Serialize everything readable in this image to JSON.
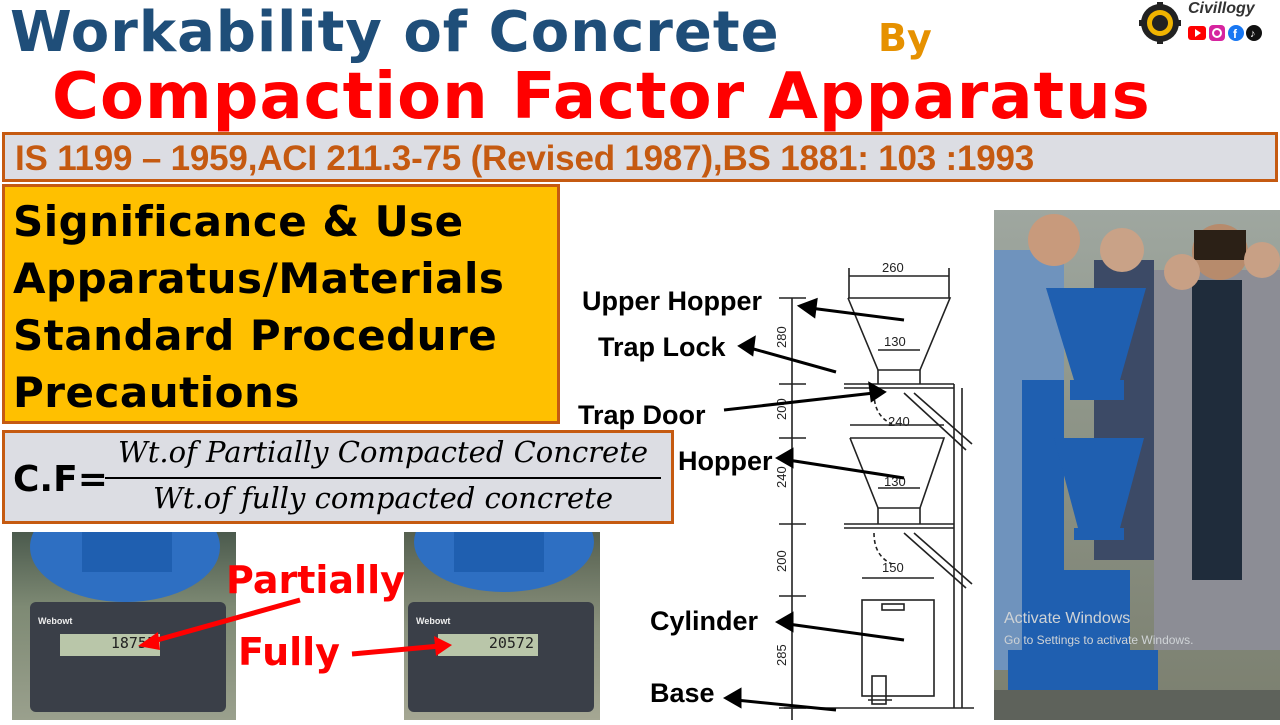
{
  "header": {
    "title_line1": "Workability of Concrete",
    "by": "By",
    "title_line2": "Compaction Factor Apparatus",
    "channel_name": "Civillogy",
    "social_icons": [
      "youtube-icon",
      "instagram-icon",
      "facebook-icon",
      "tiktok-icon"
    ]
  },
  "standards": {
    "text": "IS 1199 – 1959,ACI 211.3-75 (Revised 1987),BS 1881: 103 :1993"
  },
  "topics": [
    "Significance & Use",
    "Apparatus/Materials",
    "Standard Procedure",
    "Precautions"
  ],
  "formula": {
    "label": "C.F=",
    "numerator": "Wt.of Partially Compacted Concrete",
    "denominator": "Wt.of fully compacted concrete"
  },
  "scales": {
    "partial_reading": "18755",
    "full_reading": "20572",
    "brand": "Webowt",
    "label_partially": "Partially",
    "label_fully": "Fully"
  },
  "diagram": {
    "labels": {
      "upper_hopper": "Upper Hopper",
      "trap_lock": "Trap Lock",
      "trap_door": "Trap Door",
      "lower_hopper": "Hopper",
      "cylinder": "Cylinder",
      "base": "Base"
    },
    "dimensions": {
      "top_width": "260",
      "upper_bottom": "130",
      "lower_top": "240",
      "lower_bottom": "130",
      "cylinder_dia": "150",
      "h_upper": "280",
      "h_gap1": "200",
      "h_lower": "240",
      "h_gap2": "200",
      "h_cyl": "285"
    }
  },
  "watermark": {
    "line1": "Activate Windows",
    "line2": "Go to Settings to activate Windows."
  },
  "colors": {
    "title_blue": "#1f4e79",
    "title_red": "#ff0000",
    "accent_orange": "#c55a11",
    "topic_yellow": "#ffc000",
    "apparatus_blue": "#1f5fb0"
  }
}
